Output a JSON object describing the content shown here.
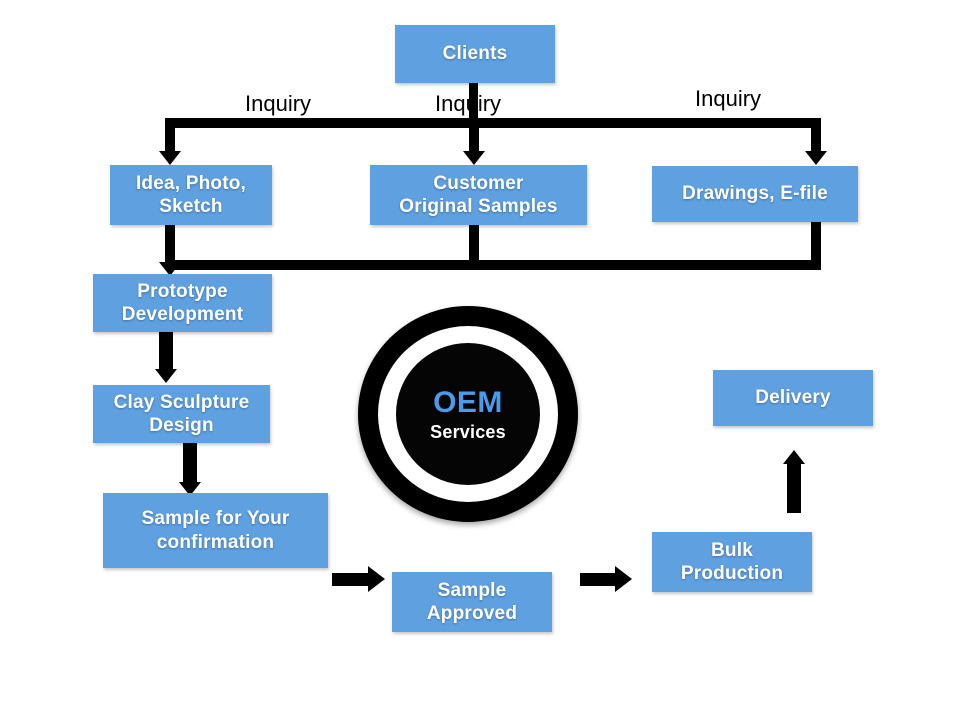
{
  "diagram": {
    "title": "OEM Services Process Flow",
    "colors": {
      "box_fill": "#5FA0E0",
      "box_text": "#FFFFFF",
      "connector": "#000000",
      "badge_ring": "#000000",
      "badge_core": "#050505",
      "badge_title": "#4A9BEA",
      "background": "#FFFFFF"
    }
  },
  "nodes": {
    "clients": "Clients",
    "idea_photo_sketch": "Idea, Photo,\nSketch",
    "customer_original_samples": "Customer\nOriginal Samples",
    "drawings_efile": "Drawings, E-file",
    "prototype_development": "Prototype\nDevelopment",
    "clay_sculpture_design": "Clay Sculpture\nDesign",
    "sample_for_your_confirmation": "Sample for Your\nconfirmation",
    "sample_approved": "Sample\nApproved",
    "bulk_production": "Bulk\nProduction",
    "delivery": "Delivery"
  },
  "edge_labels": {
    "inquiry_left": "Inquiry",
    "inquiry_center": "Inquiry",
    "inquiry_right": "Inquiry"
  },
  "badge": {
    "title": "OEM",
    "subtitle": "Services"
  }
}
